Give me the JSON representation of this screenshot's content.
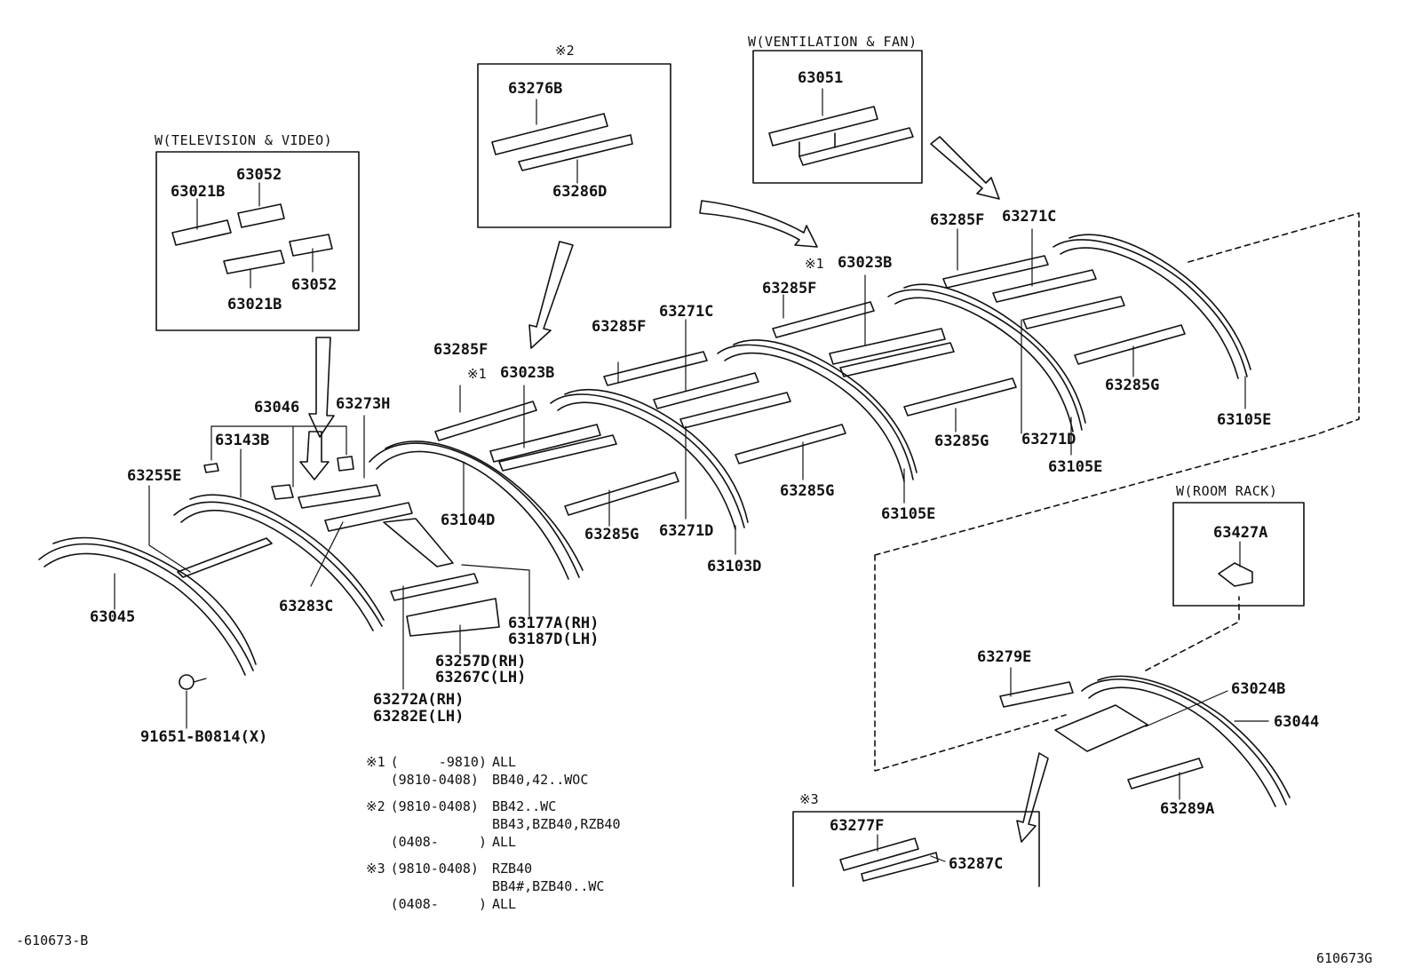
{
  "boxes": {
    "tv_video": {
      "title": "W(TELEVISION & VIDEO)",
      "parts": [
        "63021B",
        "63052",
        "63052",
        "63021B"
      ]
    },
    "note2_box": {
      "title": "※2",
      "parts": [
        "63276B",
        "63286D"
      ]
    },
    "ventilation": {
      "title": "W(VENTILATION & FAN)",
      "parts": [
        "63051"
      ]
    },
    "room_rack": {
      "title": "W(ROOM RACK)",
      "parts": [
        "63427A"
      ]
    },
    "note3_box": {
      "title": "※3",
      "parts": [
        "63277F",
        "63287C"
      ]
    }
  },
  "parts": {
    "p63046": "63046",
    "p63273H": "63273H",
    "p63143B": "63143B",
    "p63255E": "63255E",
    "p63045": "63045",
    "p63283C": "63283C",
    "p91651": "91651-B0814(X)",
    "p63285F_1": "63285F",
    "p63023B_1_mark": "※1",
    "p63023B_1": "63023B",
    "p63104D": "63104D",
    "p63177A": "63177A(RH)",
    "p63187D": "63187D(LH)",
    "p63257D": "63257D(RH)",
    "p63267C": "63267C(LH)",
    "p63272A": "63272A(RH)",
    "p63282E": "63282E(LH)",
    "p63285F_2": "63285F",
    "p63271C_1": "63271C",
    "p63285G_1": "63285G",
    "p63271D_1": "63271D",
    "p63103D": "63103D",
    "p63285F_3": "63285F",
    "p63023B_2_mark": "※1",
    "p63023B_2": "63023B",
    "p63285G_2": "63285G",
    "p63105E_1": "63105E",
    "p63285F_4": "63285F",
    "p63271C_2": "63271C",
    "p63285G_3": "63285G",
    "p63271D_2": "63271D",
    "p63105E_2": "63105E",
    "p63285G_4": "63285G",
    "p63105E_3": "63105E",
    "p63279E": "63279E",
    "p63024B": "63024B",
    "p63044": "63044",
    "p63289A": "63289A"
  },
  "notes": [
    {
      "mark": "※1",
      "range": "(     -9810)",
      "models": "ALL"
    },
    {
      "mark": "",
      "range": "(9810-0408)",
      "models": "BB40,42..WOC"
    },
    {
      "mark": "※2",
      "range": "(9810-0408)",
      "models": "BB42..WC",
      "gap": true
    },
    {
      "mark": "",
      "range": "",
      "models": "BB43,BZB40,RZB40"
    },
    {
      "mark": "",
      "range": "(0408-     )",
      "models": "ALL"
    },
    {
      "mark": "※3",
      "range": "(9810-0408)",
      "models": "RZB40",
      "gap": true
    },
    {
      "mark": "",
      "range": "",
      "models": "BB4#,BZB40..WC"
    },
    {
      "mark": "",
      "range": "(0408-     )",
      "models": "ALL"
    }
  ],
  "footer": {
    "left_code": "-610673-B",
    "right_code": "610673G"
  }
}
